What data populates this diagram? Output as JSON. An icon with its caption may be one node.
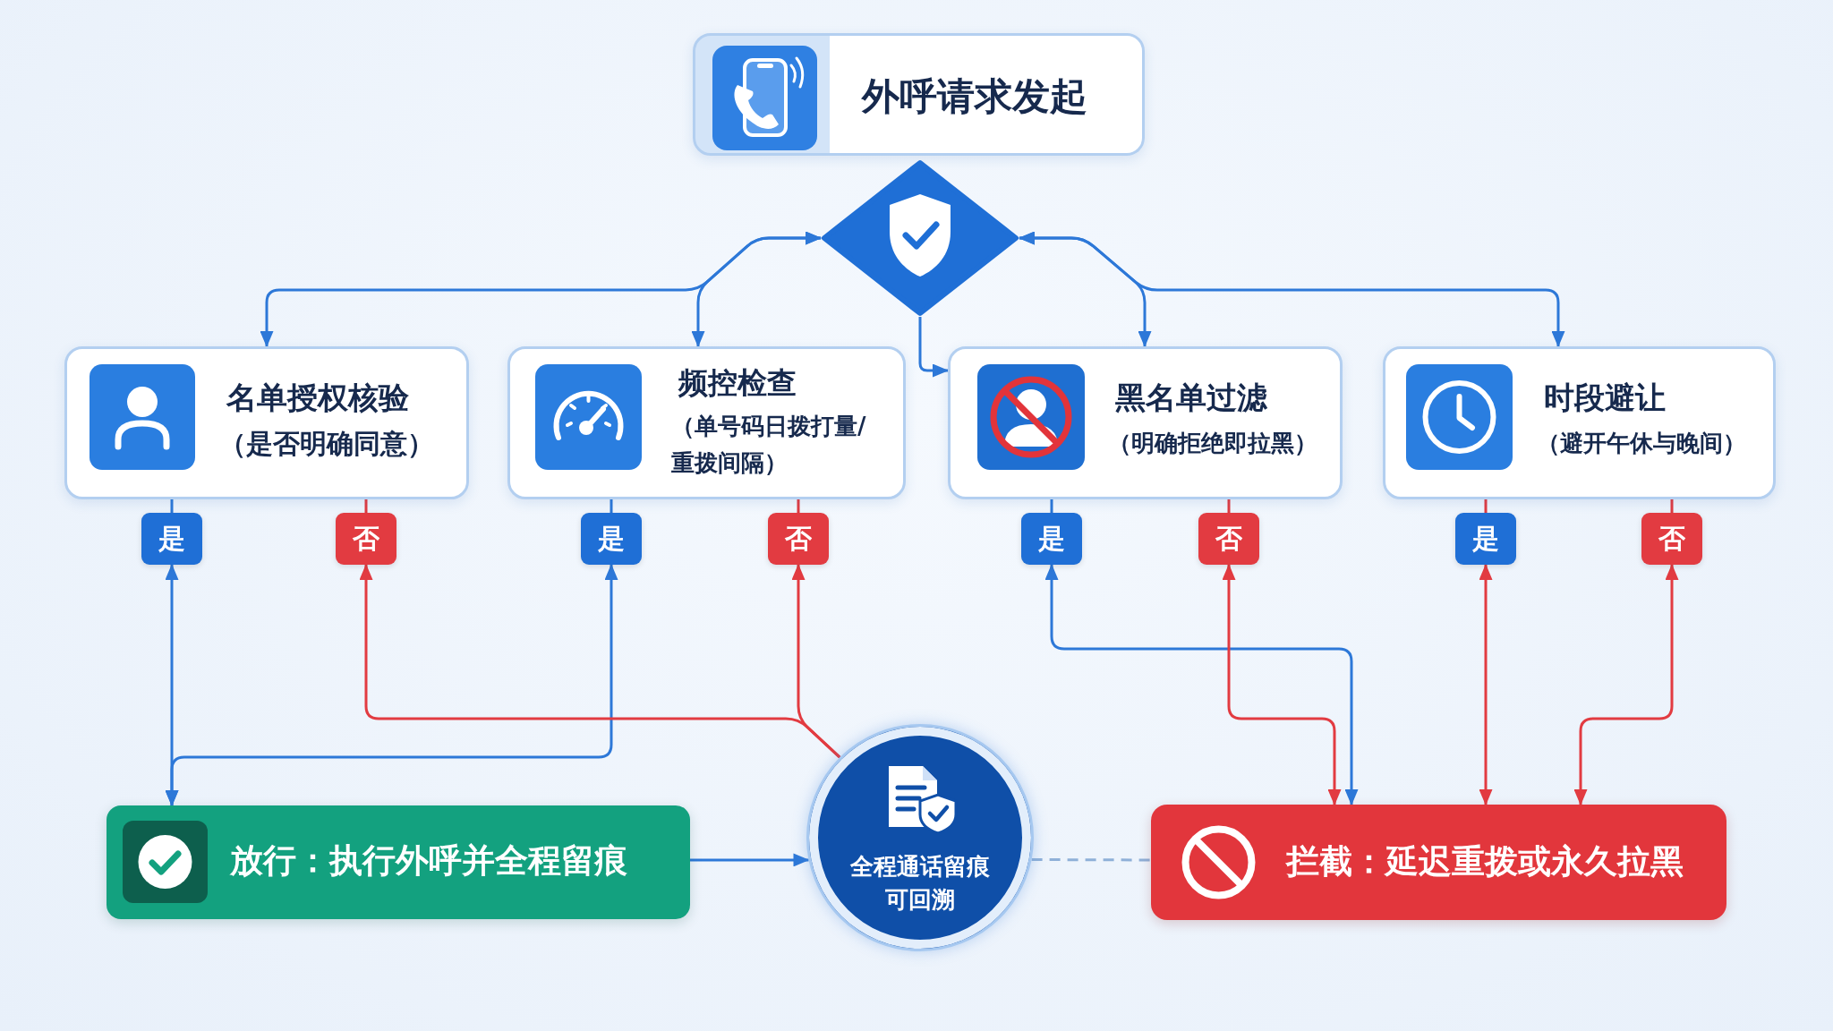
{
  "diagram": {
    "nodes": [
      {
        "text": [
          "外呼请求发起"
        ]
      },
      {
        "text": [],
        "shape": "diamond"
      },
      {
        "text": [
          "名单授权核验",
          "（是否明确同意）"
        ]
      },
      {
        "text": [
          "频控检查",
          "（单号码日拨打量/重拨间隔）"
        ]
      },
      {
        "text": [
          "黑名单过滤",
          "（明确拒绝即拉黑）"
        ]
      },
      {
        "text": [
          "时段避让",
          "（避开午休与晚间）"
        ]
      },
      {
        "text": [
          "是"
        ]
      },
      {
        "text": [
          "否"
        ]
      },
      {
        "text": [
          "是"
        ]
      },
      {
        "text": [
          "否"
        ]
      },
      {
        "text": [
          "是"
        ]
      },
      {
        "text": [
          "否"
        ]
      },
      {
        "text": [
          "是"
        ]
      },
      {
        "text": [
          "否"
        ]
      },
      {
        "text": [
          "放行：执行外呼并全程留痕"
        ]
      },
      {
        "text": [
          "全程通话留痕可回溯"
        ]
      },
      {
        "text": [
          "拦截：延迟重拨或永久拉黑"
        ]
      }
    ],
    "edges": [
      {
        "from": 1,
        "to": 2,
        "arrow": "both"
      },
      {
        "from": 1,
        "to": 3,
        "arrow": "both"
      },
      {
        "from": 1,
        "to": 4,
        "arrow": "both"
      },
      {
        "from": 1,
        "to": 5,
        "arrow": "both"
      },
      {
        "from": 1,
        "to": 4,
        "arrow": "to"
      },
      {
        "from": 2,
        "to": 6,
        "arrow": "none"
      },
      {
        "from": 2,
        "to": 7,
        "arrow": "none",
        "color": "#e23b41"
      },
      {
        "from": 3,
        "to": 8,
        "arrow": "none"
      },
      {
        "from": 3,
        "to": 9,
        "arrow": "none",
        "color": "#e23b41"
      },
      {
        "from": 4,
        "to": 10,
        "arrow": "none"
      },
      {
        "from": 4,
        "to": 11,
        "arrow": "none",
        "color": "#e23b41"
      },
      {
        "from": 5,
        "to": 12,
        "arrow": "none",
        "color": "#e23b41"
      },
      {
        "from": 5,
        "to": 13,
        "arrow": "none",
        "color": "#e23b41"
      },
      {
        "from": 6,
        "to": 14,
        "arrow": "both"
      },
      {
        "from": 8,
        "to": 14,
        "arrow": "both"
      },
      {
        "from": 15,
        "to": 7,
        "arrow": "to",
        "color": "#e23b41"
      },
      {
        "from": 15,
        "to": 9,
        "arrow": "to",
        "color": "#e23b41"
      },
      {
        "from": 10,
        "to": 16,
        "arrow": "both"
      },
      {
        "from": 11,
        "to": 16,
        "arrow": "both",
        "color": "#e23b41"
      },
      {
        "from": 12,
        "to": 16,
        "arrow": "both",
        "color": "#e23b41"
      },
      {
        "from": 13,
        "to": 16,
        "arrow": "both",
        "color": "#e23b41"
      },
      {
        "from": 14,
        "to": 15,
        "arrow": "to"
      },
      {
        "from": 15,
        "to": 16,
        "arrow": "none",
        "style": "dashed",
        "color": "#8fb0d8"
      }
    ]
  }
}
